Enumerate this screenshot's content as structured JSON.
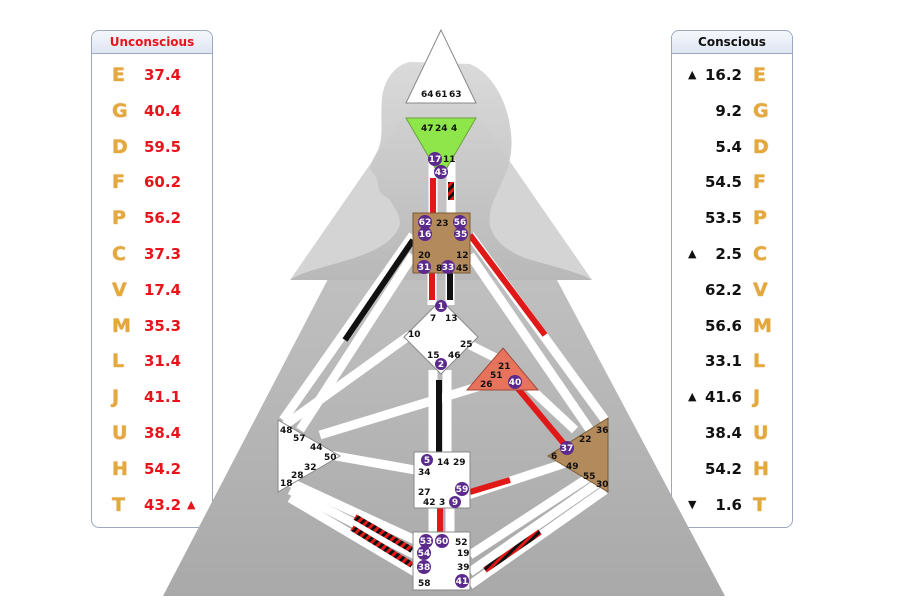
{
  "unconscious": {
    "title": "Unconscious",
    "rows": [
      {
        "planet": "E",
        "value": "37.4",
        "arrow": ""
      },
      {
        "planet": "G",
        "value": "40.4",
        "arrow": ""
      },
      {
        "planet": "D",
        "value": "59.5",
        "arrow": ""
      },
      {
        "planet": "F",
        "value": "60.2",
        "arrow": ""
      },
      {
        "planet": "P",
        "value": "56.2",
        "arrow": ""
      },
      {
        "planet": "C",
        "value": "37.3",
        "arrow": ""
      },
      {
        "planet": "V",
        "value": "17.4",
        "arrow": ""
      },
      {
        "planet": "M",
        "value": "35.3",
        "arrow": ""
      },
      {
        "planet": "L",
        "value": "31.4",
        "arrow": ""
      },
      {
        "planet": "J",
        "value": "41.1",
        "arrow": ""
      },
      {
        "planet": "U",
        "value": "38.4",
        "arrow": ""
      },
      {
        "planet": "H",
        "value": "54.2",
        "arrow": ""
      },
      {
        "planet": "T",
        "value": "43.2",
        "arrow": "▲"
      }
    ]
  },
  "conscious": {
    "title": "Conscious",
    "rows": [
      {
        "planet": "E",
        "value": "16.2",
        "arrow": "▲"
      },
      {
        "planet": "G",
        "value": "9.2",
        "arrow": ""
      },
      {
        "planet": "D",
        "value": "5.4",
        "arrow": ""
      },
      {
        "planet": "F",
        "value": "54.5",
        "arrow": ""
      },
      {
        "planet": "P",
        "value": "53.5",
        "arrow": ""
      },
      {
        "planet": "C",
        "value": "2.5",
        "arrow": "▲"
      },
      {
        "planet": "V",
        "value": "62.2",
        "arrow": ""
      },
      {
        "planet": "M",
        "value": "56.6",
        "arrow": ""
      },
      {
        "planet": "L",
        "value": "33.1",
        "arrow": ""
      },
      {
        "planet": "J",
        "value": "41.6",
        "arrow": "▲"
      },
      {
        "planet": "U",
        "value": "38.4",
        "arrow": ""
      },
      {
        "planet": "H",
        "value": "54.2",
        "arrow": ""
      },
      {
        "planet": "T",
        "value": "1.6",
        "arrow": "▼"
      }
    ]
  },
  "colors": {
    "unconscious": "#e8141c",
    "conscious": "#111111",
    "planet": "#e5a83c",
    "gate_circle": "#5b2a8c",
    "head_center": "#ffffff",
    "ajna_center": "#8ee64a",
    "throat_center": "#b38a5c",
    "ego_center": "#e8735c",
    "sacral_center": "#ffffff",
    "emotional_center": "#b38a5c"
  },
  "bodygraph": {
    "head_gates": [
      "64",
      "61",
      "63"
    ],
    "ajna_gates": [
      "47",
      "24",
      "4",
      "17",
      "11",
      "43"
    ],
    "throat_gates": [
      "62",
      "23",
      "56",
      "16",
      "35",
      "20",
      "12",
      "31",
      "8",
      "33",
      "45"
    ],
    "g_gates": [
      "1",
      "7",
      "13",
      "10",
      "25",
      "15",
      "46",
      "2"
    ],
    "ego_gates": [
      "21",
      "51",
      "26",
      "40"
    ],
    "spleen_gates": [
      "48",
      "57",
      "44",
      "50",
      "32",
      "28",
      "18"
    ],
    "sacral_gates": [
      "5",
      "14",
      "29",
      "34",
      "27",
      "42",
      "3",
      "59",
      "9"
    ],
    "emotional_gates": [
      "36",
      "37",
      "22",
      "6",
      "49",
      "55",
      "30"
    ],
    "root_gates": [
      "53",
      "60",
      "52",
      "54",
      "19",
      "38",
      "39",
      "58",
      "41"
    ],
    "activated_gates": [
      "17",
      "43",
      "62",
      "16",
      "56",
      "35",
      "31",
      "33",
      "1",
      "2",
      "40",
      "5",
      "59",
      "9",
      "37",
      "53",
      "60",
      "54",
      "38",
      "41"
    ]
  }
}
